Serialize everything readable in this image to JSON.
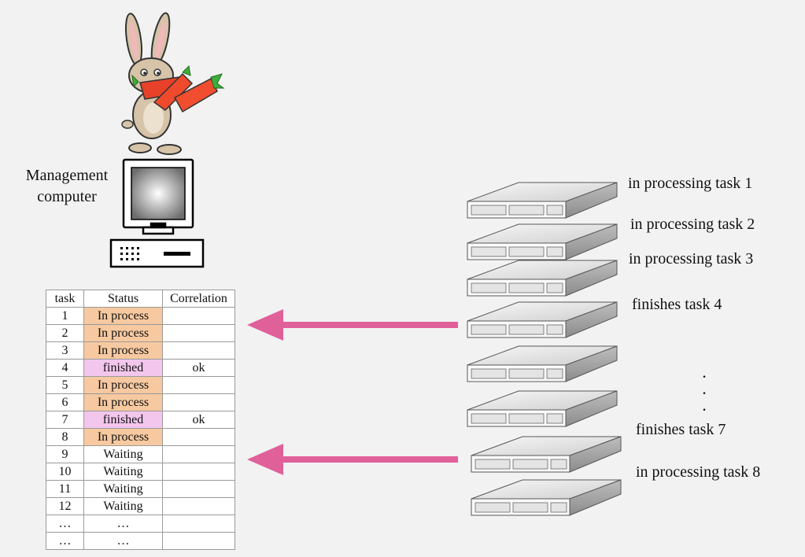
{
  "management_label_line1": "Management",
  "management_label_line2": "computer",
  "table": {
    "headers": [
      "task",
      "Status",
      "Correlation"
    ],
    "rows": [
      {
        "task": "1",
        "status": "In process",
        "correlation": "",
        "state": "process"
      },
      {
        "task": "2",
        "status": "In process",
        "correlation": "",
        "state": "process"
      },
      {
        "task": "3",
        "status": "In process",
        "correlation": "",
        "state": "process"
      },
      {
        "task": "4",
        "status": "finished",
        "correlation": "ok",
        "state": "finished"
      },
      {
        "task": "5",
        "status": "In process",
        "correlation": "",
        "state": "process"
      },
      {
        "task": "6",
        "status": "In process",
        "correlation": "",
        "state": "process"
      },
      {
        "task": "7",
        "status": "finished",
        "correlation": "ok",
        "state": "finished"
      },
      {
        "task": "8",
        "status": "In process",
        "correlation": "",
        "state": "process"
      },
      {
        "task": "9",
        "status": "Waiting",
        "correlation": "",
        "state": "waiting"
      },
      {
        "task": "10",
        "status": "Waiting",
        "correlation": "",
        "state": "waiting"
      },
      {
        "task": "11",
        "status": "Waiting",
        "correlation": "",
        "state": "waiting"
      },
      {
        "task": "12",
        "status": "Waiting",
        "correlation": "",
        "state": "waiting"
      },
      {
        "task": "…",
        "status": "…",
        "correlation": "",
        "state": "waiting"
      },
      {
        "task": "…",
        "status": "…",
        "correlation": "",
        "state": "waiting"
      }
    ]
  },
  "server_labels": {
    "s1": "in processing task 1",
    "s2": "in processing task 2",
    "s3": "in processing task 3",
    "s4": "finishes task 4",
    "s7": "finishes task 7",
    "s8": "in processing task 8"
  },
  "ellipsis": ".",
  "colors": {
    "in_process": "#f7c9a0",
    "finished": "#f3c6ee",
    "arrow": "#e0609a",
    "background": "#f2f2f2"
  },
  "icons": [
    "rabbit-with-carrots-icon",
    "computer-icon",
    "server-icon"
  ]
}
